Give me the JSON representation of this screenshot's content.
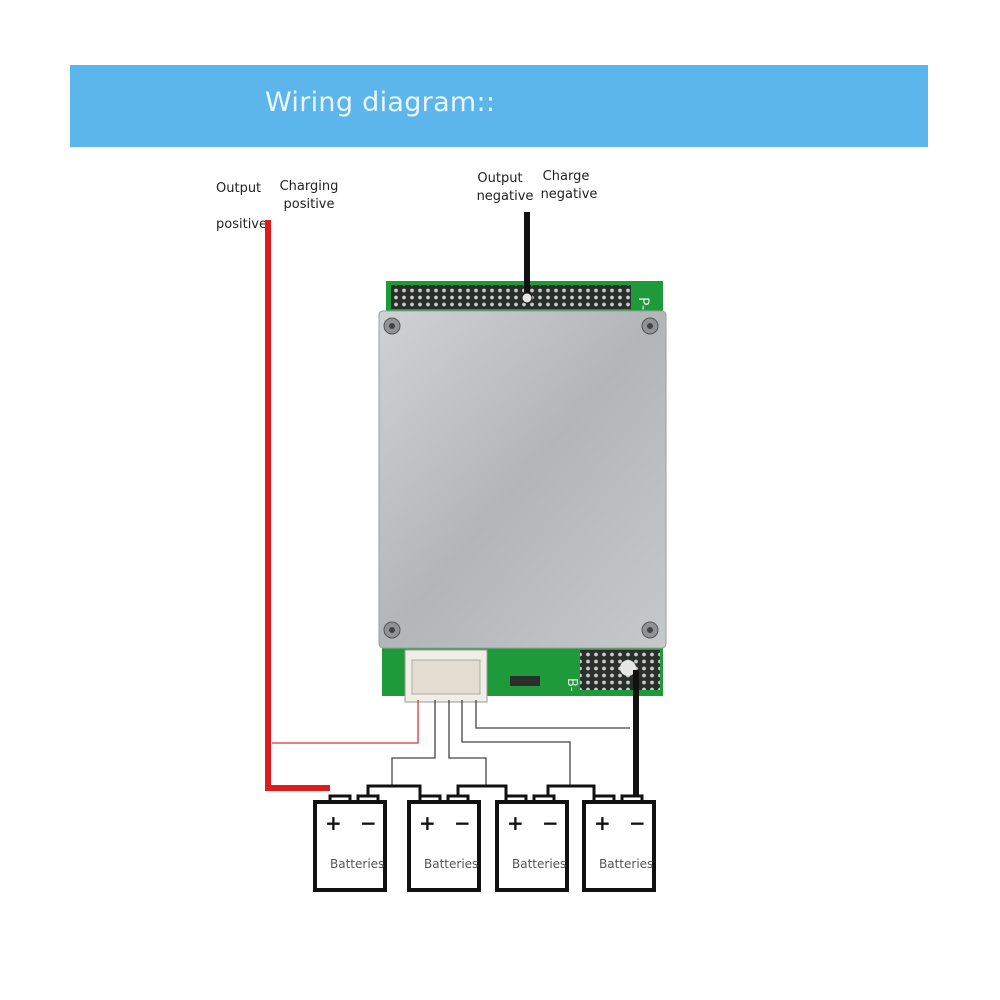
{
  "header": {
    "title": "Wiring diagram::"
  },
  "labels": {
    "output_positive_line1": "Output",
    "output_positive_line2": "positive",
    "charging_positive_line1": "Charging",
    "charging_positive_line2": "positive",
    "output_negative_line1": "Output",
    "output_negative_line2": "negative",
    "charge_negative_line1": "Charge",
    "charge_negative_line2": "negative"
  },
  "board": {
    "top_pad_label": "P-",
    "bottom_pad_label": "B-"
  },
  "batteries": [
    {
      "label": "Batteries",
      "plus": "+",
      "minus": "−"
    },
    {
      "label": "Batteries",
      "plus": "+",
      "minus": "−"
    },
    {
      "label": "Batteries",
      "plus": "+",
      "minus": "−"
    },
    {
      "label": "Batteries",
      "plus": "+",
      "minus": "−"
    }
  ],
  "colors": {
    "banner": "#5db6eb",
    "positive_wire": "#e01b1b",
    "negative_wire": "#111111",
    "pcb": "#1f9a3a",
    "plate": "#b9bcbf"
  }
}
